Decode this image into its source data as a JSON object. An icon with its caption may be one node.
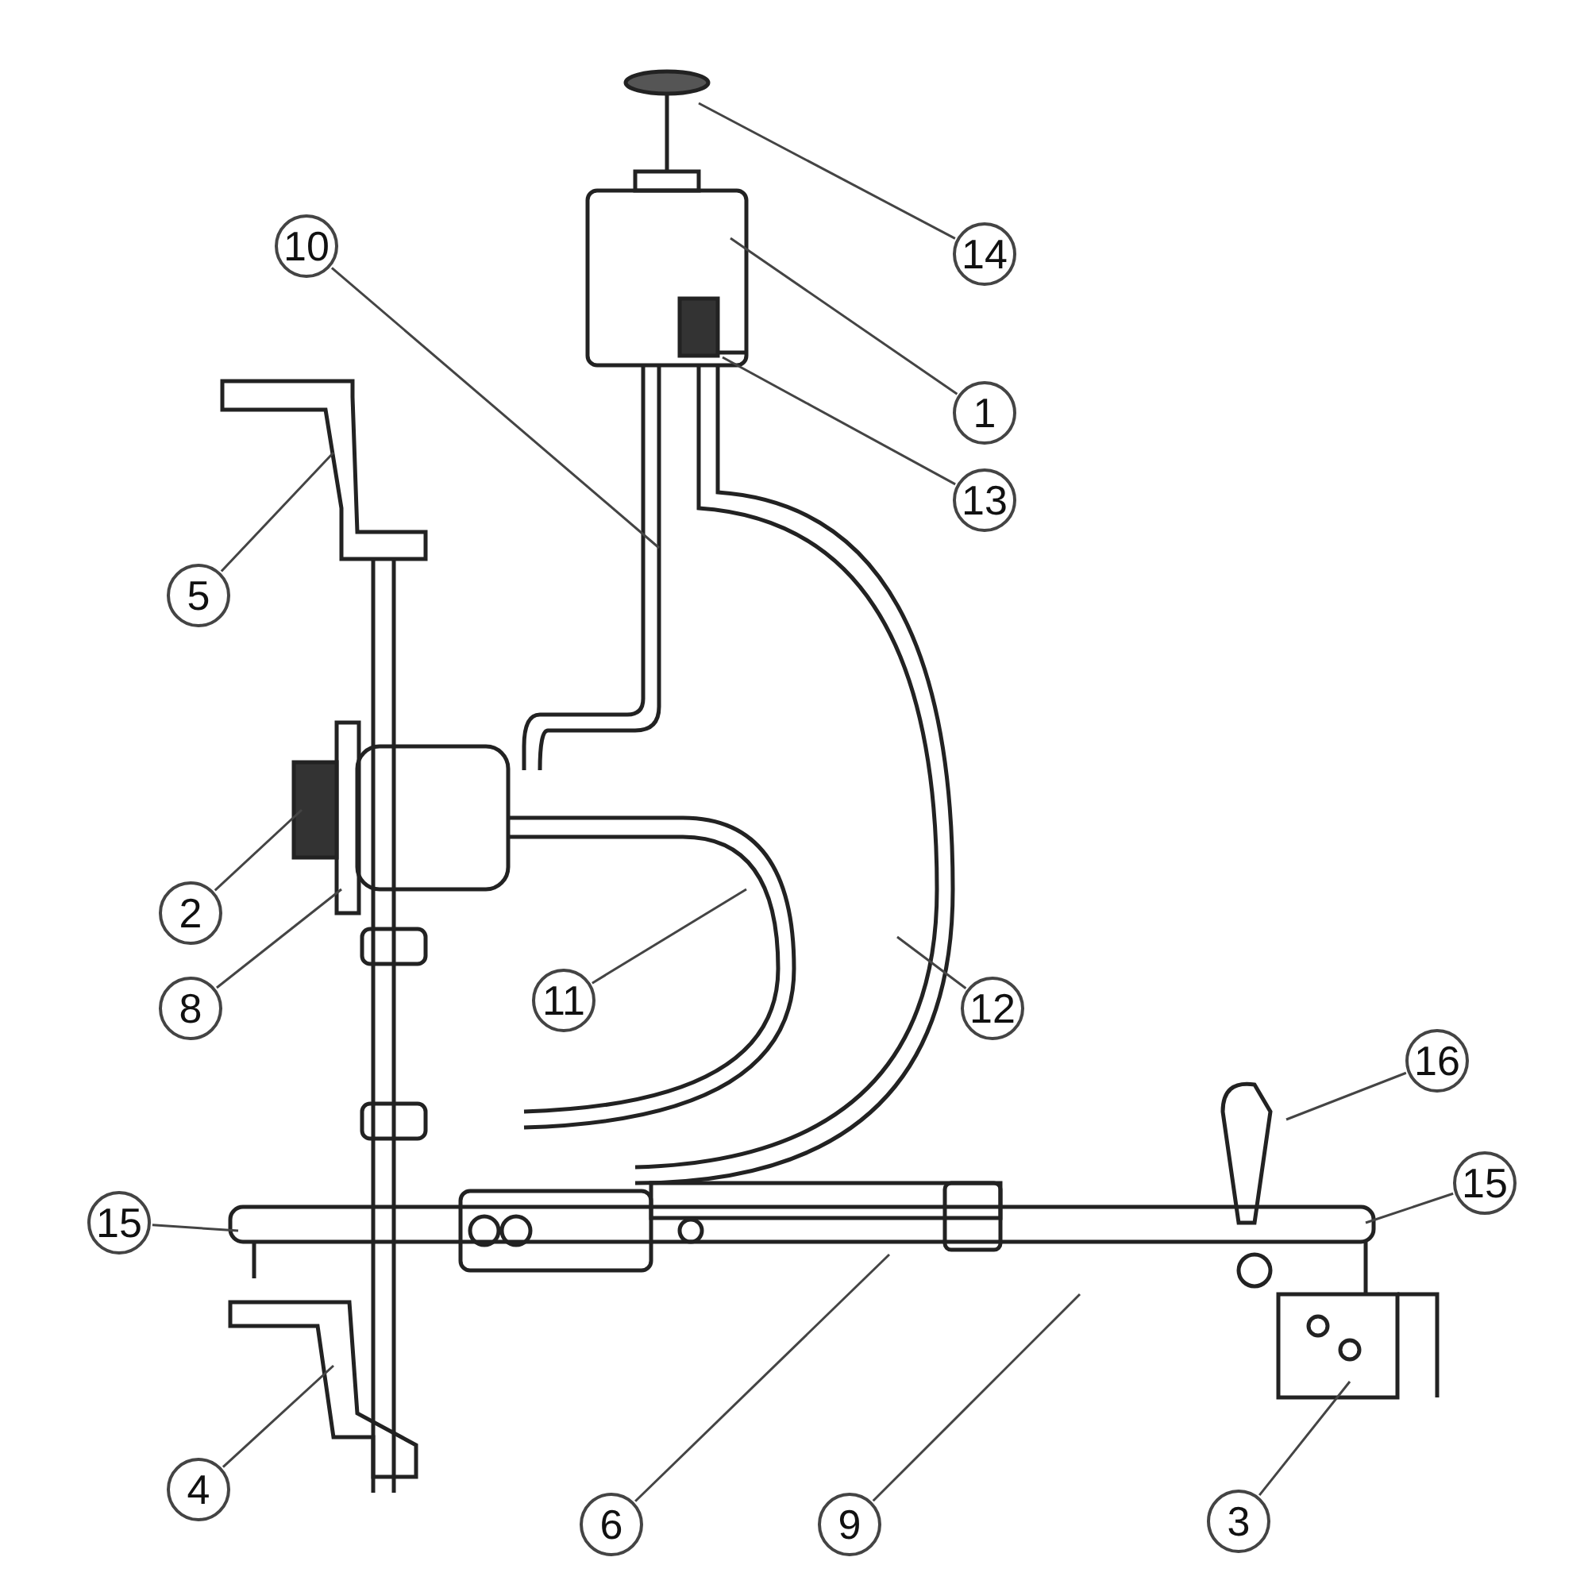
{
  "diagram": {
    "nodes": [
      {
        "text": [
          "10"
        ]
      },
      {
        "text": [
          "14"
        ]
      },
      {
        "text": [
          "1"
        ]
      },
      {
        "text": [
          "13"
        ]
      },
      {
        "text": [
          "5"
        ]
      },
      {
        "text": [
          "2"
        ]
      },
      {
        "text": [
          "8"
        ]
      },
      {
        "text": [
          "11"
        ]
      },
      {
        "text": [
          "12"
        ]
      },
      {
        "text": [
          "16"
        ]
      },
      {
        "text": [
          "15"
        ]
      },
      {
        "text": [
          "15"
        ]
      },
      {
        "text": [
          "4"
        ]
      },
      {
        "text": [
          "6"
        ]
      },
      {
        "text": [
          "9"
        ]
      },
      {
        "text": [
          "3"
        ]
      }
    ],
    "edges": [
      {
        "from": 0,
        "to": null,
        "arrow": "none"
      },
      {
        "from": 1,
        "to": null,
        "arrow": "none"
      },
      {
        "from": 2,
        "to": null,
        "arrow": "none"
      },
      {
        "from": 3,
        "to": null,
        "arrow": "none"
      },
      {
        "from": 4,
        "to": null,
        "arrow": "none"
      },
      {
        "from": 5,
        "to": null,
        "arrow": "none"
      },
      {
        "from": 6,
        "to": null,
        "arrow": "none"
      },
      {
        "from": 7,
        "to": null,
        "arrow": "none"
      },
      {
        "from": 8,
        "to": null,
        "arrow": "none"
      },
      {
        "from": 9,
        "to": null,
        "arrow": "none"
      },
      {
        "from": 10,
        "to": null,
        "arrow": "none"
      },
      {
        "from": 11,
        "to": null,
        "arrow": "none"
      },
      {
        "from": 12,
        "to": null,
        "arrow": "none"
      },
      {
        "from": 13,
        "to": null,
        "arrow": "none"
      },
      {
        "from": 14,
        "to": null,
        "arrow": "none"
      },
      {
        "from": 15,
        "to": null,
        "arrow": "none"
      }
    ]
  }
}
